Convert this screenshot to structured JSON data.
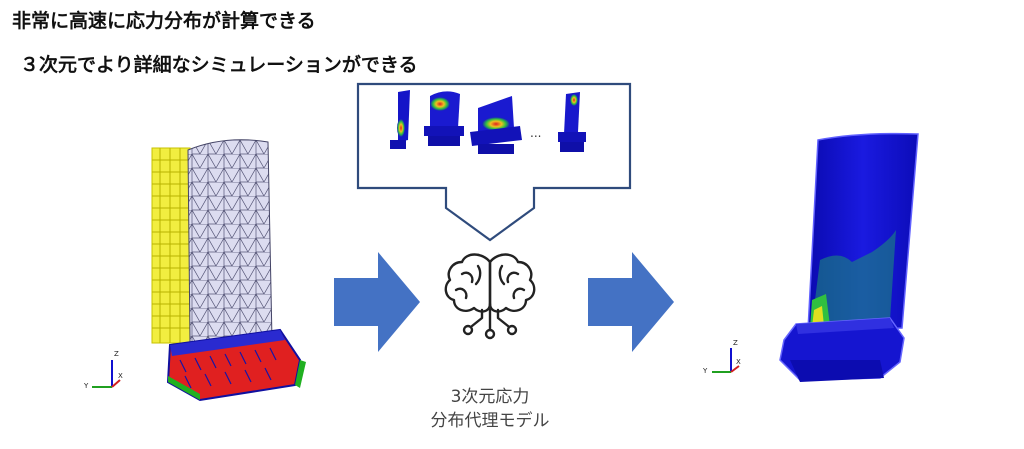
{
  "headlines": {
    "line1": "非常に高速に応力分布が計算できる",
    "line2": "３次元でより詳細なシミュレーションができる"
  },
  "caption": {
    "line1": "3次元応力",
    "line2": "分布代理モデル"
  },
  "thumbnails": {
    "ellipsis": "..."
  },
  "axes_triad": {
    "z": "Z",
    "y": "Y",
    "x": "X"
  },
  "colors": {
    "arrow": "#4472c4",
    "callout_border": "#2f4b7c",
    "mesh_face": "#dcdcf0",
    "mesh_line": "#555577",
    "fixed_support": "#e6e21a",
    "stress_low": "#1010c8",
    "stress_high": "#e02020"
  },
  "icons": [
    "brain-circuit-icon"
  ]
}
